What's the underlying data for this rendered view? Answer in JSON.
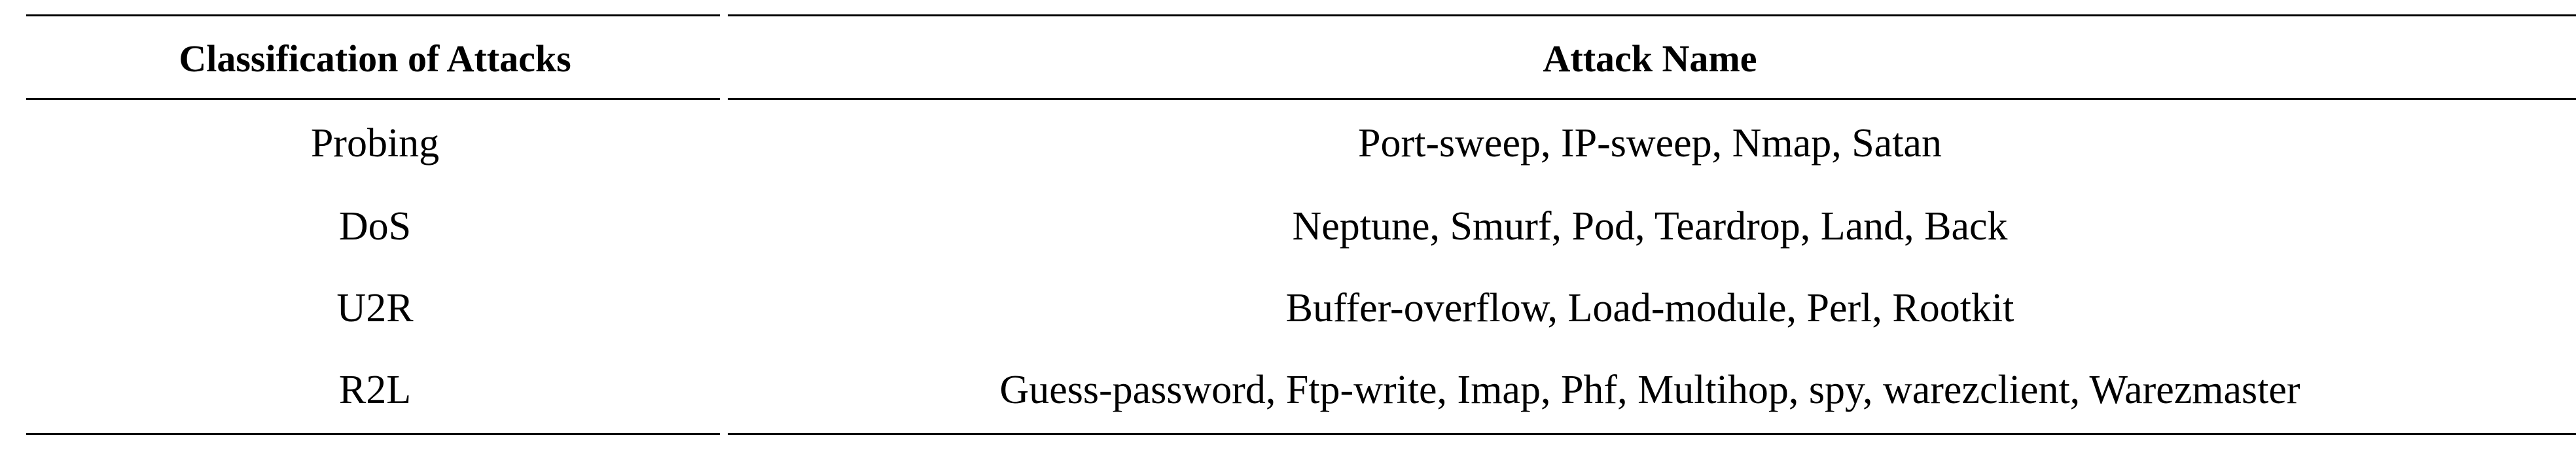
{
  "table": {
    "headers": [
      "Classification of Attacks",
      "Attack Name"
    ],
    "rows": [
      {
        "classification": "Probing",
        "attacks": "Port-sweep, IP-sweep, Nmap, Satan"
      },
      {
        "classification": "DoS",
        "attacks": "Neptune, Smurf, Pod, Teardrop, Land, Back"
      },
      {
        "classification": "U2R",
        "attacks": "Buffer-overflow, Load-module, Perl, Rootkit"
      },
      {
        "classification": "R2L",
        "attacks": "Guess-password, Ftp-write, Imap, Phf, Multihop, spy, warezclient, Warezmaster"
      }
    ]
  }
}
